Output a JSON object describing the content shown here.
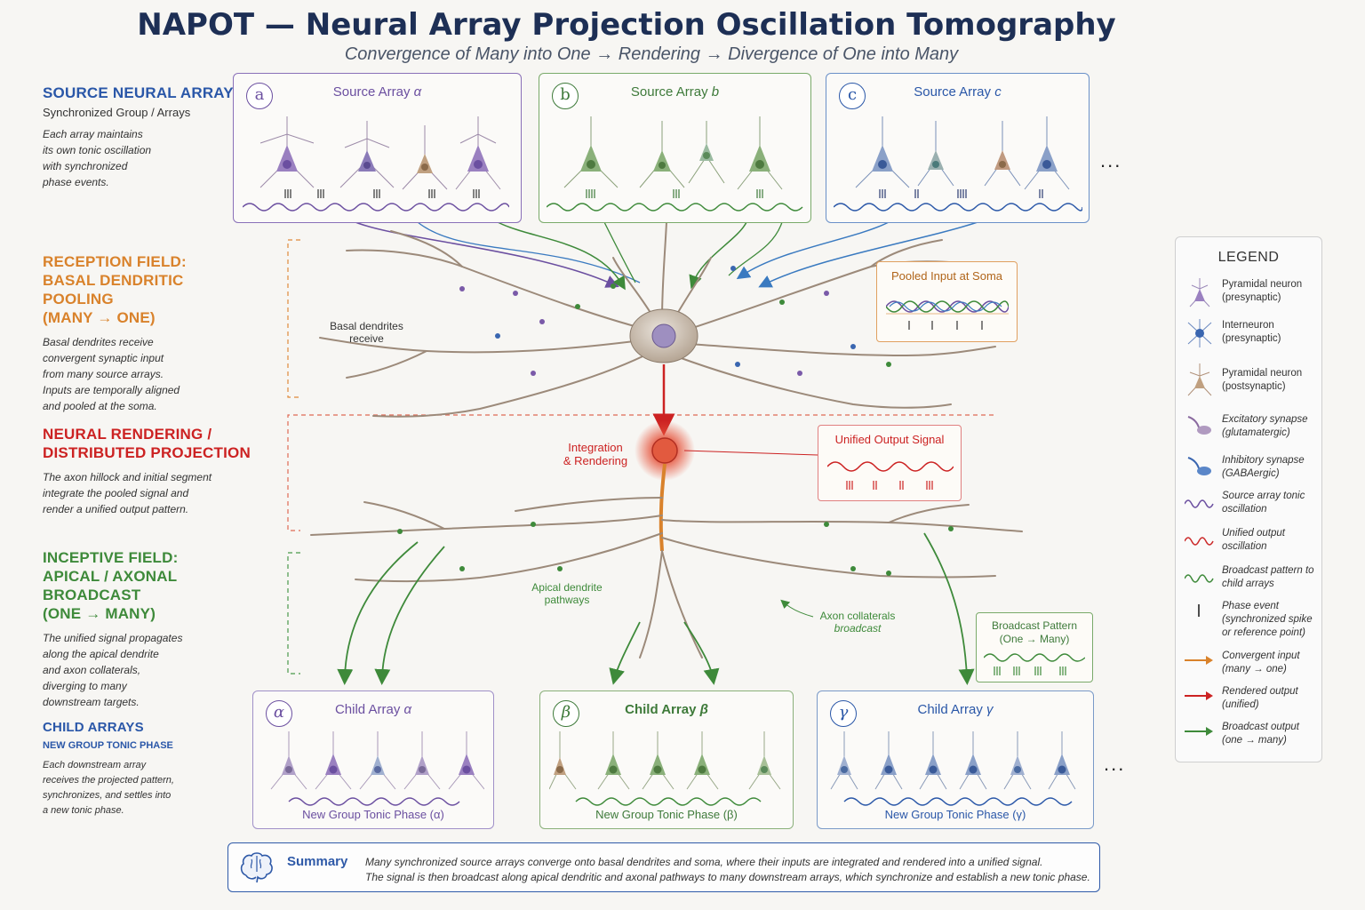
{
  "title": "NAPOT — Neural Array Projection Oscillation Tomography",
  "subtitle": "Convergence of Many into One → Rendering → Divergence of One into Many",
  "sections": {
    "source": {
      "h": "SOURCE NEURAL ARRAYS",
      "sub": "Synchronized Group / Arrays",
      "desc": [
        "Each array maintains",
        "its own tonic oscillation",
        "with synchronized",
        "phase events."
      ]
    },
    "reception": {
      "h": [
        "RECEPTION FIELD:",
        "BASAL DENDRITIC POOLING",
        "(MANY → ONE)"
      ],
      "desc": [
        "Basal dendrites receive",
        "convergent synaptic input",
        "from many source arrays.",
        "Inputs are temporally aligned",
        "and pooled at the soma."
      ]
    },
    "rendering": {
      "h": [
        "NEURAL RENDERING /",
        "DISTRIBUTED PROJECTION"
      ],
      "desc": [
        "The axon hillock and initial segment",
        "integrate the pooled signal and",
        "render a unified output pattern."
      ]
    },
    "inceptive": {
      "h": [
        "INCEPTIVE FIELD:",
        "APICAL / AXONAL BROADCAST",
        "(ONE → MANY)"
      ],
      "desc": [
        "The unified signal propagates",
        "along the apical dendrite",
        "and axon collaterals,",
        "diverging to many",
        "downstream targets."
      ]
    },
    "child": {
      "h": "CHILD ARRAYS",
      "sub": "NEW GROUP TONIC PHASE",
      "desc": [
        "Each downstream array",
        "receives the projected pattern,",
        "synchronizes, and settles into",
        "a new tonic phase."
      ]
    }
  },
  "source_arrays": [
    {
      "letter": "a",
      "label": "Source Array",
      "greek": "α",
      "color": "#6b4fa0"
    },
    {
      "letter": "b",
      "label": "Source Array",
      "greek": "b",
      "color": "#3e7a3a"
    },
    {
      "letter": "c",
      "label": "Source Array",
      "greek": "c",
      "color": "#2a57a8"
    }
  ],
  "child_arrays": [
    {
      "letter": "α",
      "label": "Child Array",
      "greek": "α",
      "phase": "New Group Tonic Phase (α)",
      "color": "#6b4fa0"
    },
    {
      "letter": "β",
      "label": "Child Array",
      "greek": "β",
      "phase": "New Group Tonic Phase (β)",
      "color": "#3e7a3a"
    },
    {
      "letter": "γ",
      "label": "Child Array",
      "greek": "γ",
      "phase": "New Group Tonic Phase (γ)",
      "color": "#2a57a8"
    }
  ],
  "ellipsis": "...",
  "notes": {
    "basal": [
      "Basal dendrites",
      "receive"
    ],
    "integration": [
      "Integration",
      "& Rendering"
    ],
    "apical": [
      "Apical dendrite",
      "pathways"
    ],
    "axon": [
      "Axon collaterals",
      "broadcast"
    ]
  },
  "pooled_input": "Pooled Input at Soma",
  "unified_output": "Unified Output Signal",
  "broadcast_pattern": [
    "Broadcast Pattern",
    "(One → Many)"
  ],
  "legend": {
    "title": "LEGEND",
    "items": [
      {
        "text": [
          "Pyramidal neuron",
          "(presynaptic)"
        ],
        "icon": "pyramidal-neuron-icon",
        "color": "#7a5aa8"
      },
      {
        "text": [
          "Interneuron",
          "(presynaptic)"
        ],
        "icon": "interneuron-icon",
        "color": "#3a66b0"
      },
      {
        "text": [
          "Pyramidal neuron",
          "(postsynaptic)"
        ],
        "icon": "postsynaptic-neuron-icon",
        "color": "#8a6a4a"
      },
      {
        "text": [
          "Excitatory synapse",
          "(glutamatergic)"
        ],
        "icon": "excitatory-synapse-icon",
        "color": "#8a6aa0"
      },
      {
        "text": [
          "Inhibitory synapse",
          "(GABAergic)"
        ],
        "icon": "inhibitory-synapse-icon",
        "color": "#3a66b0"
      },
      {
        "text": [
          "Source array tonic",
          "oscillation"
        ],
        "icon": "source-wave-icon",
        "color": "#6b4fa0"
      },
      {
        "text": [
          "Unified output",
          "oscillation"
        ],
        "icon": "unified-wave-icon",
        "color": "#cc2b2b"
      },
      {
        "text": [
          "Broadcast pattern to",
          "child arrays"
        ],
        "icon": "broadcast-wave-icon",
        "color": "#3e8a3a"
      },
      {
        "text": [
          "Phase event",
          "(synchronized spike",
          "or reference point)"
        ],
        "icon": "phase-event-icon",
        "color": "#222222"
      },
      {
        "text": [
          "Convergent input",
          "(many → one)"
        ],
        "icon": "convergent-arrow-icon",
        "color": "#d9822b"
      },
      {
        "text": [
          "Rendered output",
          "(unified)"
        ],
        "icon": "rendered-arrow-icon",
        "color": "#cc2222"
      },
      {
        "text": [
          "Broadcast output",
          "(one → many)"
        ],
        "icon": "broadcast-arrow-icon",
        "color": "#3e8a3a"
      }
    ]
  },
  "summary": {
    "heading": "Summary",
    "line1": "Many synchronized source arrays converge onto basal dendrites and soma, where their inputs are integrated and rendered into a unified signal.",
    "line2": "The signal is then broadcast along apical dendritic and axonal pathways to many downstream arrays, which synchronize and establish a new tonic phase."
  },
  "colors": {
    "title": "#1d2f55",
    "orange": "#d9822b",
    "red": "#cc2222",
    "green": "#3e8a3a",
    "blue": "#2a57a8",
    "purple": "#6b4fa0"
  }
}
